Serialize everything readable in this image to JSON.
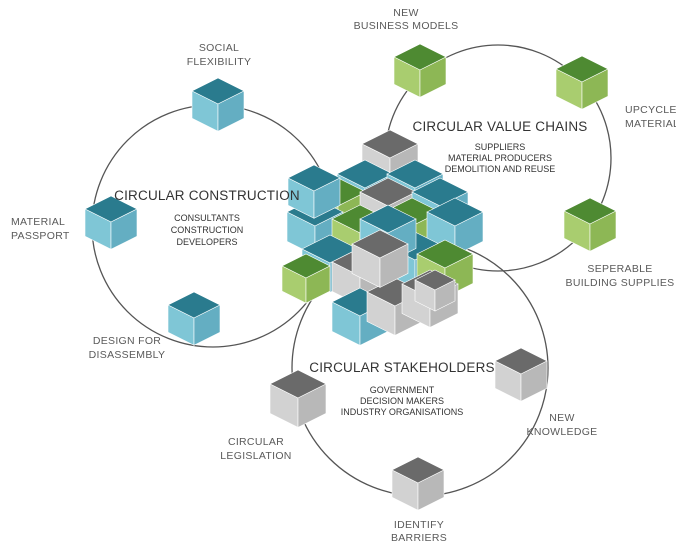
{
  "colors": {
    "blue_top": "#2a7b8e",
    "blue_left": "#7fc6d6",
    "blue_right": "#64aec2",
    "green_top": "#4e8a32",
    "green_left": "#a9cd6f",
    "green_right": "#8db755",
    "grey_top": "#6a6a6a",
    "grey_left": "#d2d2d2",
    "grey_right": "#b8b8b8",
    "ring": "#555555"
  },
  "circles": {
    "construction": {
      "title": "CIRCULAR CONSTRUCTION",
      "members": [
        "CONSULTANTS",
        "CONSTRUCTION",
        "DEVELOPERS"
      ]
    },
    "value_chains": {
      "title": "CIRCULAR VALUE CHAINS",
      "members": [
        "SUPPLIERS",
        "MATERIAL PRODUCERS",
        "DEMOLITION AND REUSE"
      ]
    },
    "stakeholders": {
      "title": "CIRCULAR STAKEHOLDERS",
      "members": [
        "GOVERNMENT",
        "DECISION MAKERS",
        "INDUSTRY ORGANISATIONS"
      ]
    }
  },
  "nodes": {
    "social_flexibility": [
      "SOCIAL",
      "FLEXIBILITY"
    ],
    "material_passport": [
      "MATERIAL",
      "PASSPORT"
    ],
    "design_for_disassembly": [
      "DESIGN FOR",
      "DISASSEMBLY"
    ],
    "new_business_models": [
      "NEW",
      "BUSINESS MODELS"
    ],
    "upcycled_materials": [
      "UPCYCLED",
      "MATERIALS"
    ],
    "seperable_building_supplies": [
      "SEPERABLE",
      "BUILDING SUPPLIES"
    ],
    "new_knowledge": [
      "NEW",
      "KNOWLEDGE"
    ],
    "identify_barriers": [
      "IDENTIFY",
      "BARRIERS"
    ],
    "circular_legislation": [
      "CIRCULAR",
      "LEGISLATION"
    ]
  }
}
